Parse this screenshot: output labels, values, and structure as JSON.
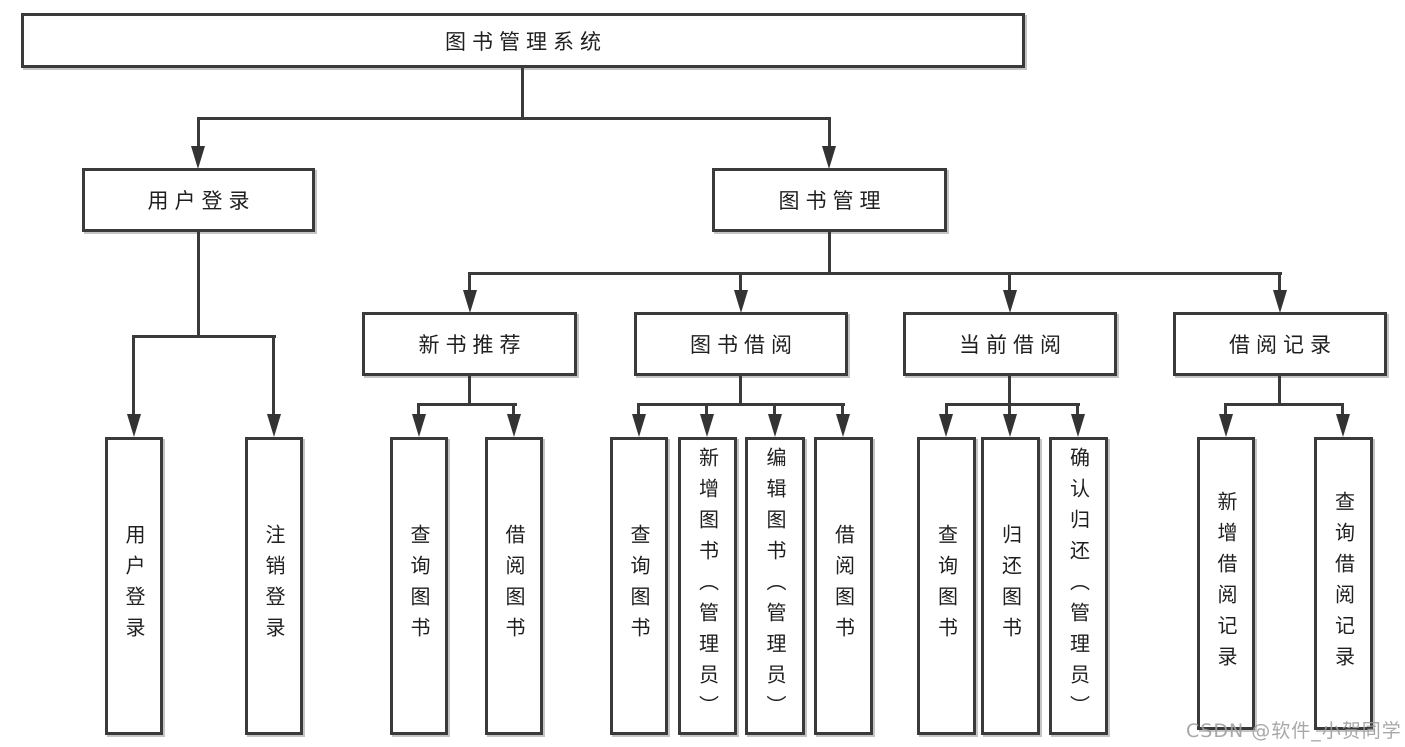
{
  "diagram": {
    "type": "hierarchy-tree",
    "root": "图书管理系统",
    "level2": [
      "用户登录",
      "图书管理"
    ],
    "level3": [
      "新书推荐",
      "图书借阅",
      "当前借阅",
      "借阅记录"
    ],
    "user_children": [
      "用户登录",
      "注销登录"
    ],
    "recommend_children": [
      "查询图书",
      "借阅图书"
    ],
    "borrow_children": [
      "查询图书",
      "新增图书（管理员）",
      "编辑图书（管理员）",
      "借阅图书"
    ],
    "current_children": [
      "查询图书",
      "归还图书",
      "确认归还（管理员）"
    ],
    "record_children": [
      "新增借阅记录",
      "查询借阅记录"
    ],
    "line_color": "#3a3a3a",
    "text_color": "#1f1f1f",
    "box_background": "#ffffff"
  },
  "watermark": {
    "text": "CSDN @软件_小贺同学",
    "color": "#9e9e9e"
  }
}
